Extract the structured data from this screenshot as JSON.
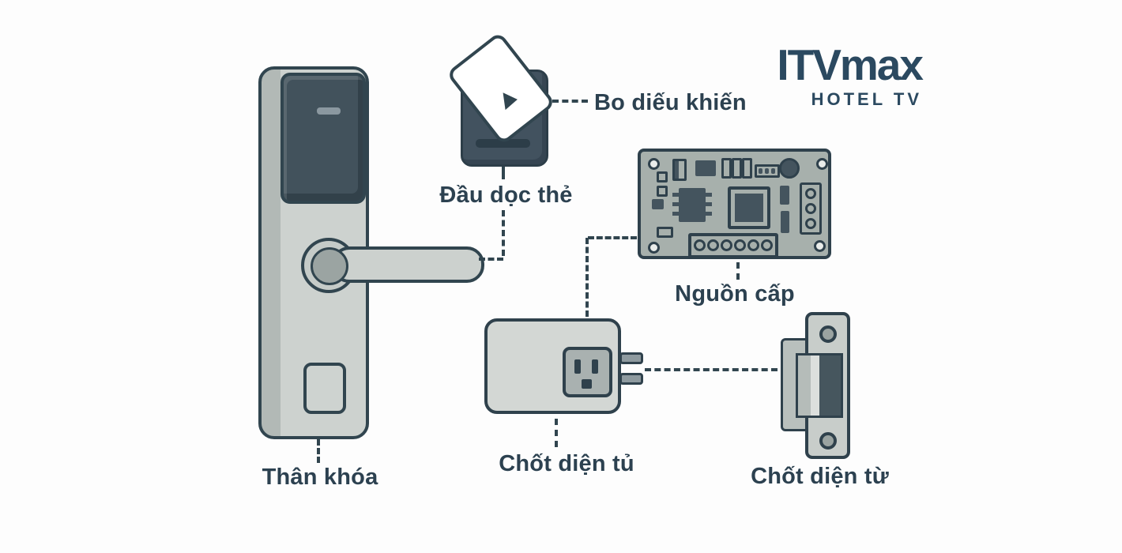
{
  "page": {
    "background": "#fdfdfd"
  },
  "logo": {
    "title": "ITVmax",
    "subtitle": "HOTEL TV",
    "color": "#2b4960"
  },
  "labels": {
    "lock_body": "Thân khóa",
    "card_reader": "Đầu dọc thẻ",
    "control_board": "Bo diếu khiến",
    "power_supply": "Nguồn cấp",
    "electronic_latch": "Chốt diện tủ",
    "electric_strike": "Chốt diện từ"
  },
  "colors": {
    "outline": "#2f414c",
    "label_text": "#2c4150",
    "metal_light": "#cdd2cf",
    "metal_shadow": "#b2b9b6",
    "dark_component": "#44545e",
    "board_substrate": "#a7b0ac",
    "card_white": "#ffffff"
  },
  "components": [
    "door-lock",
    "key-card",
    "card-reader",
    "control-circuit-board",
    "power-adapter",
    "electric-strike-plate"
  ]
}
